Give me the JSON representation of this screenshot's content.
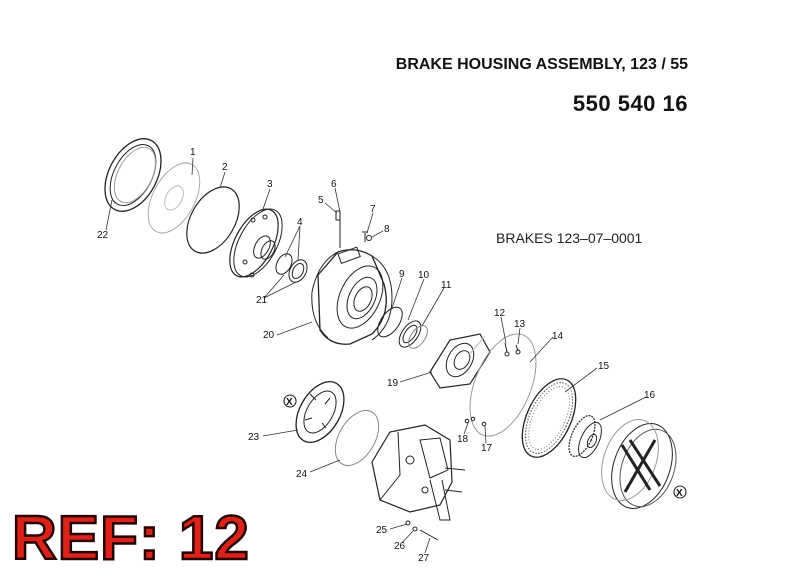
{
  "header": {
    "title": "BRAKE HOUSING ASSEMBLY, 123 / 55",
    "part_number": "550 540 16"
  },
  "diagram": {
    "assembly_code": "BRAKES 123–07–0001",
    "callouts": [
      "1",
      "2",
      "3",
      "4",
      "5",
      "6",
      "7",
      "8",
      "9",
      "10",
      "11",
      "12",
      "13",
      "14",
      "15",
      "16",
      "17",
      "18",
      "19",
      "20",
      "21",
      "22",
      "23",
      "24",
      "25",
      "26",
      "27"
    ],
    "markers": [
      "X",
      "X"
    ]
  },
  "ref_label": "REF: 12",
  "colors": {
    "line": "#222222",
    "ref_fill": "#d9231b"
  }
}
